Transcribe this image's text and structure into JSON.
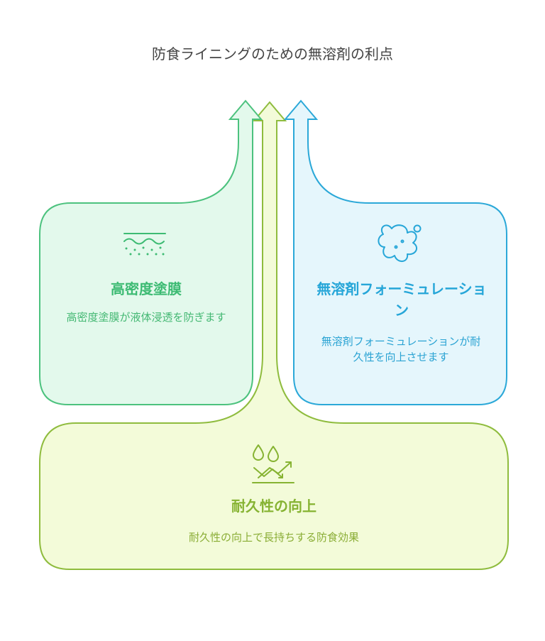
{
  "title": "防食ライニングのための無溶剤の利点",
  "cards": {
    "high_density": {
      "title": "高密度塗膜",
      "description": "高密度塗膜が液体浸透を防ぎます",
      "icon": "coating-layer-icon",
      "color": "#3dbb73"
    },
    "solvent_free": {
      "title": "無溶剤フォーミュレーション",
      "description": "無溶剤フォーミュレーションが耐久性を向上させます",
      "icon": "splash-icon",
      "color": "#26a6d8"
    },
    "durability": {
      "title": "耐久性の向上",
      "description": "耐久性の向上で長持ちする防食効果",
      "icon": "drops-trend-icon",
      "color": "#8ab83a"
    }
  },
  "colors": {
    "green_fill": "#e3f9ec",
    "blue_fill": "#e5f6fc",
    "lime_fill": "#f3fbd9"
  }
}
